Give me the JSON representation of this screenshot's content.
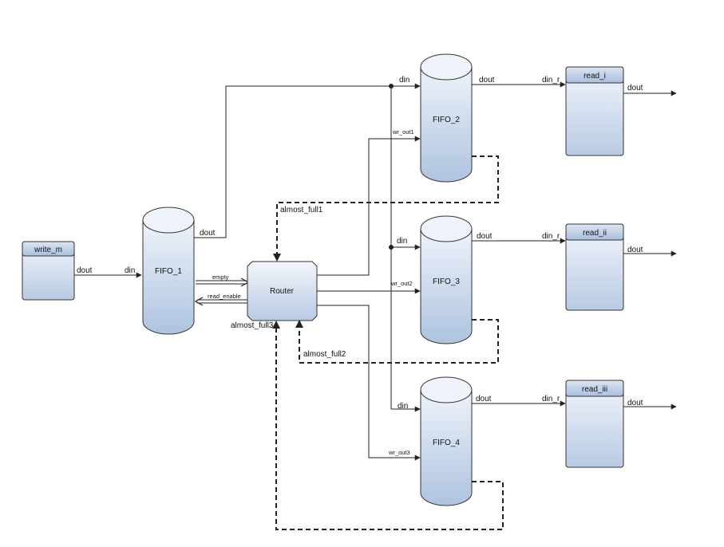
{
  "blocks": {
    "write_m": "write_m",
    "fifo_1": "FIFO_1",
    "fifo_2": "FIFO_2",
    "fifo_3": "FIFO_3",
    "fifo_4": "FIFO_4",
    "router": "Router",
    "read_i": "read_i",
    "read_ii": "read_ii",
    "read_iii": "read_iii"
  },
  "ports": {
    "write_m_dout": "dout",
    "fifo1_din": "din",
    "fifo1_dout": "dout",
    "fifo2_din": "din",
    "fifo2_wr": "wr_out1",
    "fifo2_dout": "dout",
    "fifo3_din": "din",
    "fifo3_wr": "wr_out2",
    "fifo3_dout": "dout",
    "fifo4_din": "din",
    "fifo4_wr": "wr_out3",
    "fifo4_dout": "dout",
    "read_i_din": "din_r",
    "read_i_dout": "dout",
    "read_ii_din": "din_r",
    "read_ii_dout": "dout",
    "read_iii_din": "din_r",
    "read_iii_dout": "dout"
  },
  "signals": {
    "empty": "empty",
    "read_enable": "read_enable",
    "almost_full1": "almost_full1",
    "almost_full2": "almost_full2",
    "almost_full3": "almost_full3"
  },
  "colors": {
    "block_light": "#eef3fa",
    "block_dark": "#b4c7e2",
    "line": "#222222"
  }
}
